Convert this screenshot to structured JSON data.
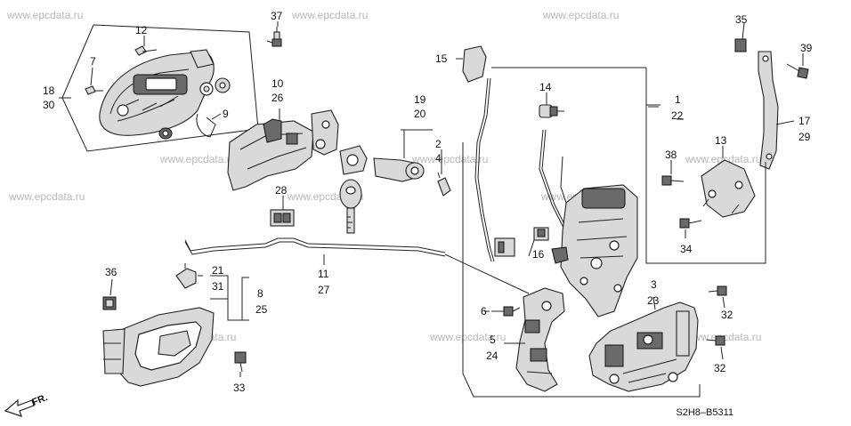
{
  "watermark": "www.epcdata.ru",
  "diagram_code": "S2H8–B5311",
  "direction_label": "FR.",
  "callouts": {
    "c1": "1",
    "c2": "2",
    "c3": "3",
    "c4": "4",
    "c5": "5",
    "c6": "6",
    "c7": "7",
    "c8": "8",
    "c9": "9",
    "c10": "10",
    "c11": "11",
    "c12": "12",
    "c13": "13",
    "c14": "14",
    "c15": "15",
    "c16": "16",
    "c17": "17",
    "c18": "18",
    "c19": "19",
    "c20": "20",
    "c21": "21",
    "c22": "22",
    "c23": "23",
    "c24": "24",
    "c25": "25",
    "c26": "26",
    "c27": "27",
    "c28": "28",
    "c29": "29",
    "c30": "30",
    "c31": "31",
    "c32": "32",
    "c32b": "32",
    "c33": "33",
    "c34": "34",
    "c35": "35",
    "c36": "36",
    "c37": "37",
    "c38": "38",
    "c39": "39"
  }
}
